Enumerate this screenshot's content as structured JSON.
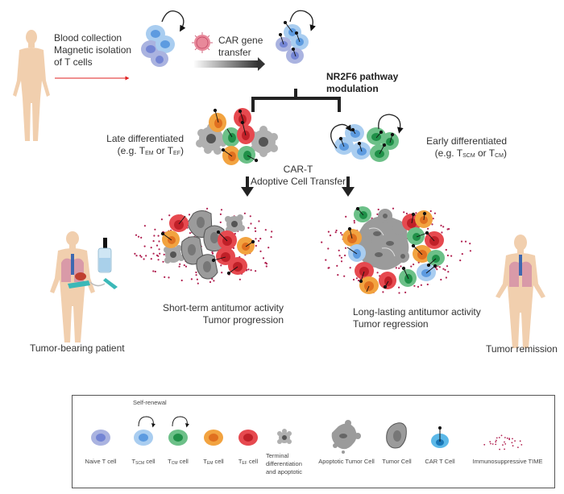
{
  "figure": {
    "step1": {
      "lines": [
        "Blood collection",
        "Magnetic isolation",
        "of T cells"
      ]
    },
    "step2": {
      "lines": [
        "CAR gene",
        "transfer"
      ]
    },
    "modulation": {
      "lines": [
        "NR2F6 pathway",
        "modulation"
      ]
    },
    "late_diff": {
      "line1": "Late differentiated",
      "prefix": "(e.g. T",
      "sub1": "EM",
      "mid": " or T",
      "sub2": "EF",
      "suffix": ")"
    },
    "early_diff": {
      "line1": "Early differentiated",
      "prefix": "(e.g. T",
      "sub1": "SCM",
      "mid": " or T",
      "sub2": "CM",
      "suffix": ")"
    },
    "transfer": {
      "lines": [
        "CAR-T",
        "Adoptive Cell Transfer"
      ]
    },
    "outcome_left": {
      "lines": [
        "Short-term antitumor activity",
        "Tumor progression"
      ]
    },
    "outcome_right": {
      "lines": [
        "Long-lasting antitumor activity",
        "Tumor regression"
      ]
    },
    "patient_left": "Tumor-bearing patient",
    "patient_right": "Tumor remission"
  },
  "legend": {
    "self_renewal": "Self-renewal",
    "items": [
      {
        "name": "naive-t-cell",
        "label": "Naive T cell",
        "prefix": "",
        "sub": "",
        "suffix": ""
      },
      {
        "name": "tscm-cell",
        "label": "",
        "prefix": "T",
        "sub": "SCM",
        "suffix": " cell"
      },
      {
        "name": "tcm-cell",
        "label": "",
        "prefix": "T",
        "sub": "CM",
        "suffix": " cell"
      },
      {
        "name": "tem-cell",
        "label": "",
        "prefix": "T",
        "sub": "EM",
        "suffix": " cell"
      },
      {
        "name": "tef-cell",
        "label": "",
        "prefix": "T",
        "sub": "EF",
        "suffix": " cell"
      },
      {
        "name": "terminal-apoptotic",
        "label": "Terminal differentiation and apoptotic"
      },
      {
        "name": "apoptotic-tumor-cell",
        "label": "Apoptotic Tumor Cell"
      },
      {
        "name": "tumor-cell",
        "label": "Tumor Cell"
      },
      {
        "name": "car-t-cell",
        "label": "CAR T Cell"
      },
      {
        "name": "immunosuppressive-time",
        "label": "Immunosuppressive TIME"
      }
    ],
    "terminal_lines": [
      "Terminal",
      "differentiation",
      "and apoptotic"
    ]
  },
  "colors": {
    "naive": "#9aa7dc",
    "tscm": "#a9d3f2",
    "tcm": "#5dbb7a",
    "tem": "#f0a040",
    "tef": "#e0484f",
    "tumor": "#9a9a9a",
    "time_dots": "#b02050",
    "skin": "#f1cfae",
    "red_arrow": "#e02020"
  }
}
